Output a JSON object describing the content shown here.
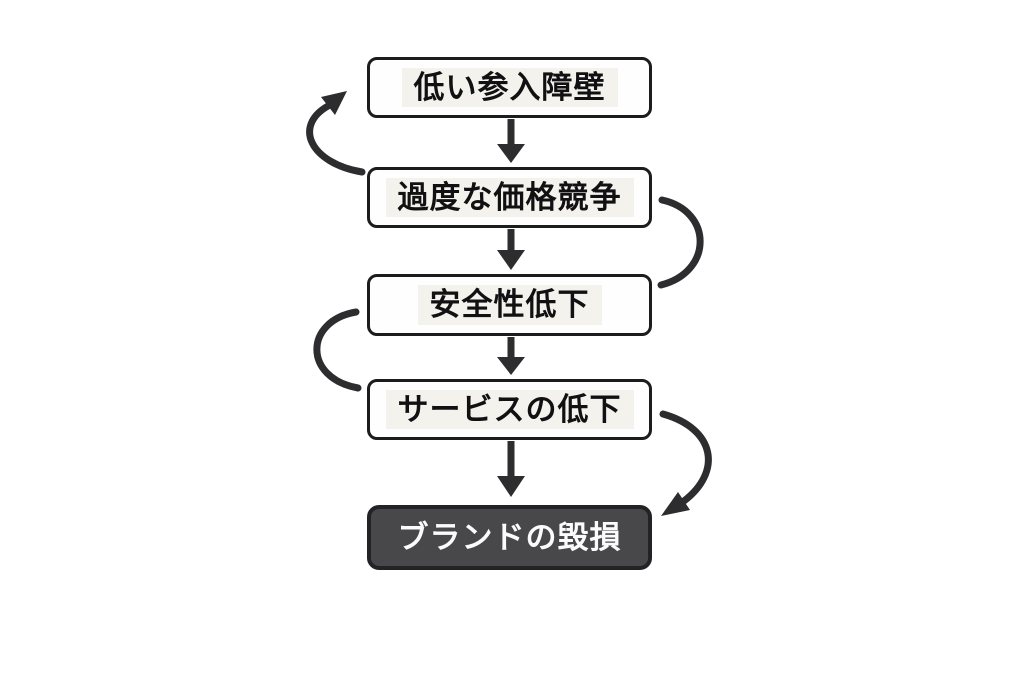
{
  "diagram": {
    "nodes": [
      {
        "id": "low-entry-barrier",
        "label": "低い参入障壁",
        "style": "light"
      },
      {
        "id": "excessive-price-competition",
        "label": "過度な価格競争",
        "style": "light"
      },
      {
        "id": "safety-decline",
        "label": "安全性低下",
        "style": "light"
      },
      {
        "id": "service-decline",
        "label": "サービスの低下",
        "style": "light"
      },
      {
        "id": "brand-damage",
        "label": "ブランドの毀損",
        "style": "dark"
      }
    ],
    "edges": [
      {
        "from": "低い参入障壁",
        "to": "過度な価格競争",
        "type": "straight-down-arrow"
      },
      {
        "from": "過度な価格競争",
        "to": "低い参入障壁",
        "type": "curved-arrow-left-feedback"
      },
      {
        "from": "過度な価格競争",
        "to": "安全性低下",
        "type": "straight-down-arrow"
      },
      {
        "from": "過度な価格競争",
        "to": "安全性低下",
        "type": "curved-line-right"
      },
      {
        "from": "安全性低下",
        "to": "サービスの低下",
        "type": "straight-down-arrow"
      },
      {
        "from": "安全性低下",
        "to": "サービスの低下",
        "type": "curved-line-left"
      },
      {
        "from": "サービスの低下",
        "to": "ブランドの毀損",
        "type": "straight-down-arrow"
      },
      {
        "from": "サービスの低下",
        "to": "ブランドの毀損",
        "type": "curved-arrow-right"
      }
    ],
    "colors": {
      "node_bg": "#fefefe",
      "node_border": "#1c1c1e",
      "node_text": "#111113",
      "band_bg": "#f4f2ec",
      "dark_bg": "#48484b",
      "dark_border": "#232326",
      "dark_text": "#fbfbfb",
      "arrow": "#2d2d2f"
    }
  }
}
